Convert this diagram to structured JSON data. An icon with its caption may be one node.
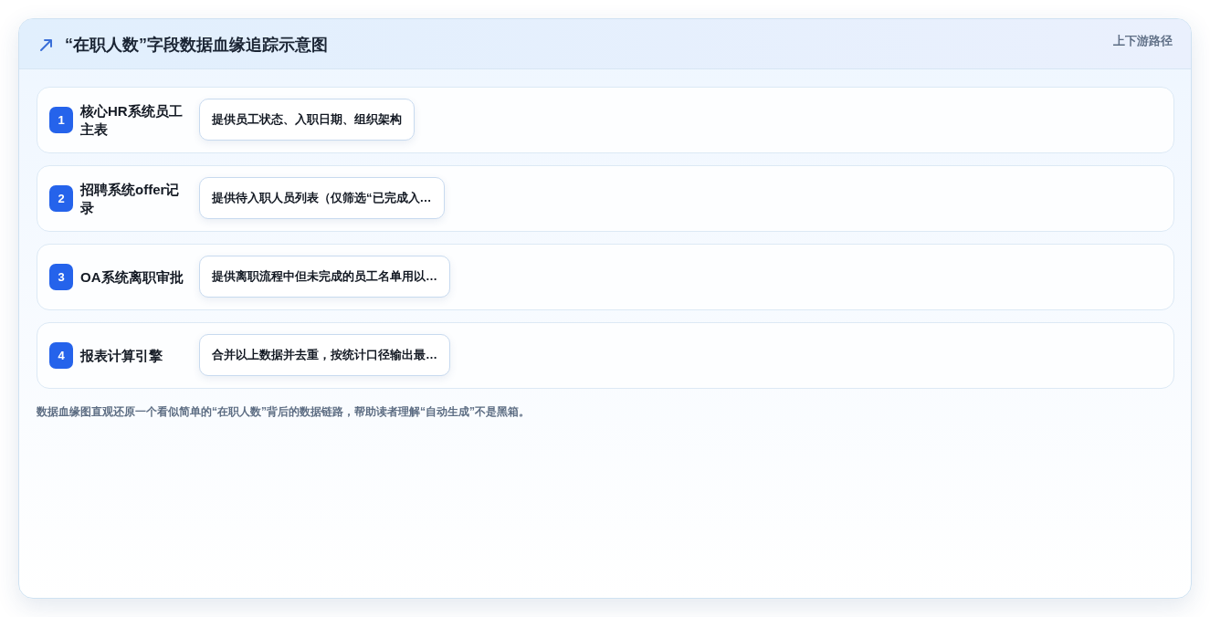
{
  "diagram": {
    "title": "“在职人数”字段数据血缘追踪示意图",
    "caption": "数据血缘图直观还原一个看似简单的“在职人数”背后的数据链路，帮助读者理解“自动生成”不是黑箱。",
    "nodes": [
      {
        "text": [
          "核心HR系统员工主表"
        ]
      },
      {
        "text": [
          "1"
        ],
        "in": 0
      },
      {
        "text": [
          "提供员工状态、入职日期、组织架构"
        ],
        "in": 0
      },
      {
        "text": [
          "招聘系统offer记录"
        ]
      },
      {
        "text": [
          "2"
        ],
        "in": 3
      },
      {
        "text": [
          "提供待入职人员列表（仅筛选“已完成入…"
        ],
        "in": 3
      },
      {
        "text": [
          "OA系统离职审批"
        ]
      },
      {
        "text": [
          "3"
        ],
        "in": 6
      },
      {
        "text": [
          "提供离职流程中但未完成的员工名单用以…"
        ],
        "in": 6
      },
      {
        "text": [
          "报表计算引擎"
        ]
      },
      {
        "text": [
          "4"
        ],
        "in": 9
      },
      {
        "text": [
          "合并以上数据并去重，按统计口径输出最…"
        ],
        "in": 9
      }
    ],
    "labels": [
      "上下游路径"
    ]
  }
}
